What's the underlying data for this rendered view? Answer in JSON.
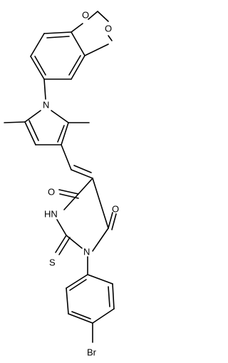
{
  "structure": {
    "bond_color": "#000000",
    "background": "#ffffff",
    "atoms": {
      "o_dioxole_upper": "O",
      "o_dioxole_lower": "O",
      "n_pyrrole": "N",
      "o_carbonyl_left": "O",
      "o_carbonyl_right": "O",
      "nh": "HN",
      "n_ring": "N",
      "s_thione": "S",
      "br": "Br"
    }
  }
}
